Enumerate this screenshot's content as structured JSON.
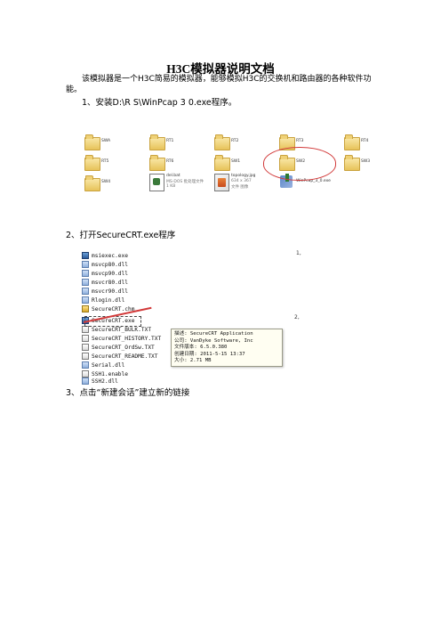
{
  "doc": {
    "title": "H3C模拟器说明文档",
    "intro": "该模拟器是一个H3C简易的模拟器，能够模拟H3C的交换机和路由器的各种软件功能。",
    "step1": "1、安装D:\\R S\\WinPcap 3 0.exe程序。",
    "step2": "2、打开SecureCRT.exe程序",
    "step3": "3、点击“新建会话”建立新的链接"
  },
  "folder_grid": {
    "items": [
      {
        "label": "SWA",
        "icon": "folder-icon"
      },
      {
        "label": "RT1",
        "icon": "folder-icon"
      },
      {
        "label": "RT2",
        "icon": "folder-icon"
      },
      {
        "label": "RT3",
        "icon": "folder-icon"
      },
      {
        "label": "RT4",
        "icon": "folder-icon"
      },
      {
        "label": "RT5",
        "icon": "folder-icon"
      },
      {
        "label": "RT6",
        "icon": "folder-icon"
      },
      {
        "label": "SW1",
        "icon": "folder-icon"
      },
      {
        "label": "SW2",
        "icon": "folder-icon"
      },
      {
        "label": "SW3",
        "icon": "folder-icon"
      },
      {
        "label": "SW4",
        "icon": "folder-icon"
      },
      {
        "label": "del.bat",
        "sub1": "MS-DOS 批处理文件",
        "sub2": "1 KB",
        "icon": "batch-file-icon"
      },
      {
        "label": "topology.jpg",
        "sub1": "634 x 367",
        "sub2": "文件 图像",
        "icon": "image-file-icon"
      },
      {
        "label": "WinPcap_3_0.exe",
        "icon": "installer-icon"
      }
    ]
  },
  "file_list": {
    "rows": [
      {
        "label": "msiexec.exe",
        "type": "exe"
      },
      {
        "label": "msvcp80.dll",
        "type": "dll"
      },
      {
        "label": "msvcp90.dll",
        "type": "dll"
      },
      {
        "label": "msvcr80.dll",
        "type": "dll"
      },
      {
        "label": "msvcr90.dll",
        "type": "dll"
      },
      {
        "label": "Rlogin.dll",
        "type": "dll"
      },
      {
        "label": "SecureCRT.chm",
        "type": "chm"
      },
      {
        "label": "SecureCRT.exe",
        "type": "exe"
      },
      {
        "label": "SecureCRT_BULK.TXT",
        "type": "txt"
      },
      {
        "label": "SecureCRT_HISTORY.TXT",
        "type": "txt"
      },
      {
        "label": "SecureCRT_OrdSw.TXT",
        "type": "txt"
      },
      {
        "label": "SecureCRT_README.TXT",
        "type": "txt"
      },
      {
        "label": "Serial.dll",
        "type": "dll"
      },
      {
        "label": "SSH1.enable",
        "type": "txt"
      },
      {
        "label": "SSH2.dll",
        "type": "dll"
      }
    ],
    "tooltip": {
      "desc": "描述: SecureCRT Application",
      "company": "公司: VanDyke Software, Inc",
      "version": "文件版本: 6.5.0.380",
      "created": "创建日期: 2011-5-15 13:37",
      "size": "大小: 2.71 MB"
    },
    "marker1": "1,",
    "marker2": "2,"
  },
  "colors": {
    "annotation_red": "#d23a3a",
    "folder_yellow": "#e7c35a",
    "tooltip_bg": "#fffef2"
  }
}
